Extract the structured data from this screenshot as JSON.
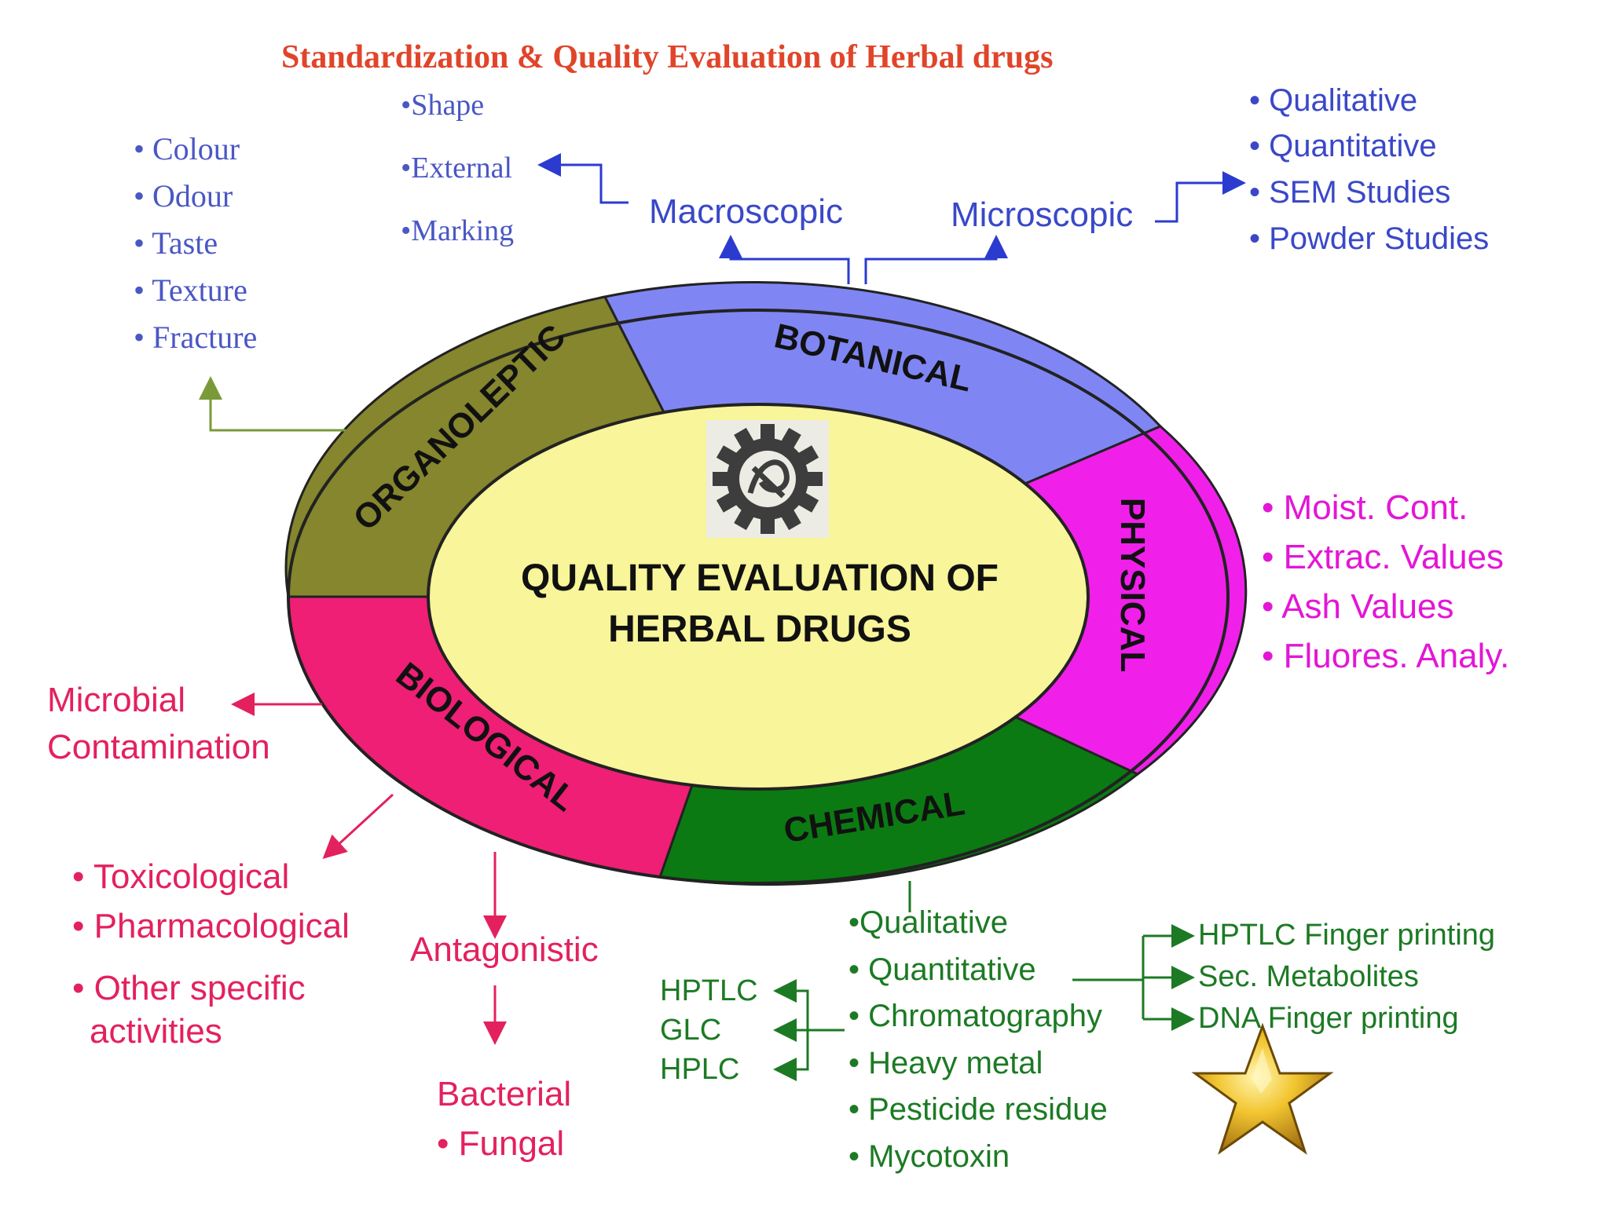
{
  "title": "Standardization & Quality Evaluation of Herbal drugs",
  "center": {
    "line1": "QUALITY EVALUATION OF",
    "line2": "HERBAL DRUGS"
  },
  "segments": {
    "organoleptic": "ORGANOLEPTIC",
    "botanical": "BOTANICAL",
    "physical": "PHYSICAL",
    "chemical": "CHEMICAL",
    "biological": "BIOLOGICAL"
  },
  "organoleptic_items": [
    "• Colour",
    "• Odour",
    "• Taste",
    "• Texture",
    "• Fracture"
  ],
  "botanical": {
    "macroscopic": "Macroscopic",
    "microscopic": "Microscopic",
    "macro_items": [
      "•Shape",
      "•External",
      "•Marking"
    ],
    "micro_items": [
      "• Qualitative",
      "• Quantitative",
      "• SEM Studies",
      "• Powder Studies"
    ]
  },
  "physical_items": [
    "• Moist. Cont.",
    "• Extrac. Values",
    "• Ash Values",
    "• Fluores. Analy."
  ],
  "biological": {
    "microbial_line1": "Microbial",
    "microbial_line2": "Contamination",
    "activities": [
      "• Toxicological",
      "• Pharmacological",
      "• Other specific"
    ],
    "activities_cont": "activities",
    "antagonistic": "Antagonistic",
    "bacterial": "Bacterial",
    "fungal": "• Fungal"
  },
  "chemical": {
    "items": [
      "•Qualitative",
      "• Quantitative",
      "• Chromatography",
      "• Heavy metal",
      "• Pesticide residue",
      "• Mycotoxin"
    ],
    "chromatography_types": [
      "HPTLC",
      "GLC",
      "HPLC"
    ],
    "quantitative_methods": [
      "HPTLC Finger printing",
      "Sec. Metabolites",
      "DNA Finger printing"
    ]
  },
  "colors": {
    "title": "#e0452a",
    "organoleptic_fill": "#85862d",
    "botanical_fill": "#7f86f3",
    "physical_fill": "#f020ea",
    "chemical_fill": "#0b7a12",
    "biological_fill": "#ee1f74",
    "center_fill": "#f8f59a",
    "organoleptic_text": "#4a57c4",
    "botanical_text": "#3a48c8",
    "physical_text": "#e316d6",
    "biological_text": "#e3215f",
    "chemical_text": "#1c7a24"
  },
  "icons": [
    "gear-logo-icon",
    "gold-star-icon"
  ]
}
